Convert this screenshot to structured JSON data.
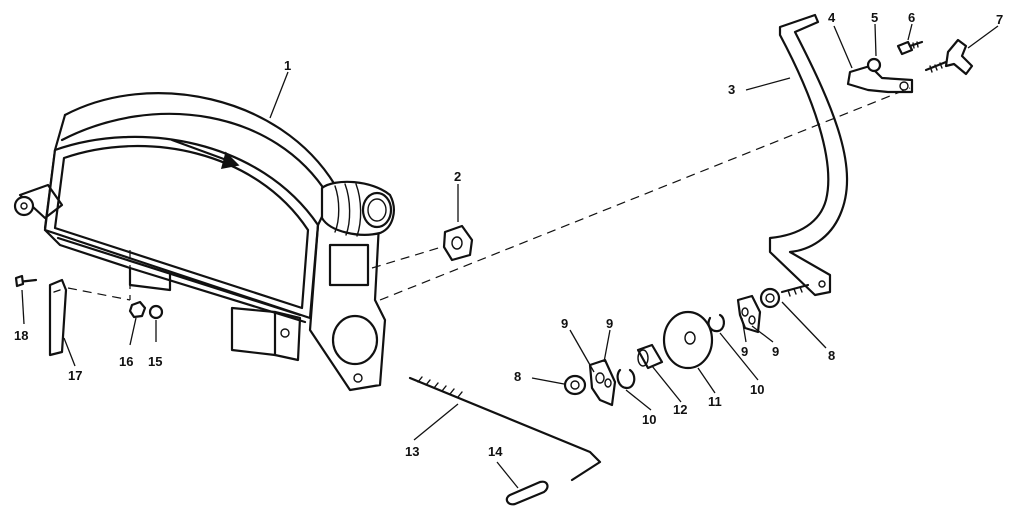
{
  "callouts": [
    {
      "id": "1",
      "text": "1"
    },
    {
      "id": "2",
      "text": "2"
    },
    {
      "id": "3",
      "text": "3"
    },
    {
      "id": "4",
      "text": "4"
    },
    {
      "id": "5",
      "text": "5"
    },
    {
      "id": "6",
      "text": "6"
    },
    {
      "id": "7",
      "text": "7"
    },
    {
      "id": "8a",
      "text": "8"
    },
    {
      "id": "8b",
      "text": "8"
    },
    {
      "id": "9a",
      "text": "9"
    },
    {
      "id": "9b",
      "text": "9"
    },
    {
      "id": "9c",
      "text": "9"
    },
    {
      "id": "9d",
      "text": "9"
    },
    {
      "id": "10a",
      "text": "10"
    },
    {
      "id": "10b",
      "text": "10"
    },
    {
      "id": "11",
      "text": "11"
    },
    {
      "id": "12",
      "text": "12"
    },
    {
      "id": "13",
      "text": "13"
    },
    {
      "id": "14",
      "text": "14"
    },
    {
      "id": "15",
      "text": "15"
    },
    {
      "id": "16",
      "text": "16"
    },
    {
      "id": "17",
      "text": "17"
    },
    {
      "id": "18",
      "text": "18"
    }
  ]
}
